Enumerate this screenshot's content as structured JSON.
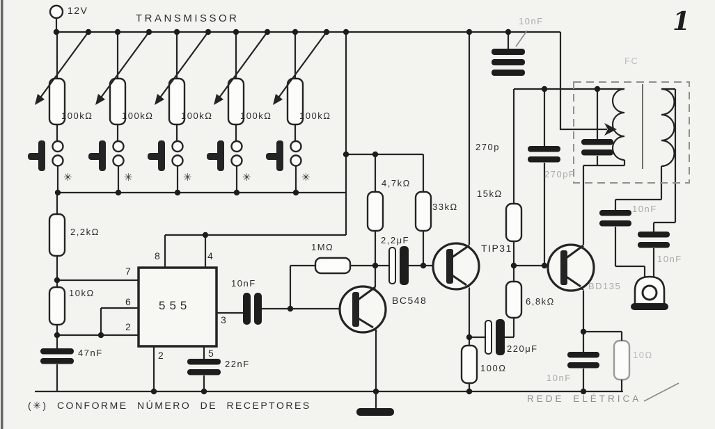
{
  "colors": {
    "ink": "#242424",
    "paper": "#f3f3f0",
    "faded": "#a9a9a9"
  },
  "header": {
    "supply_label": "12V",
    "title": "TRANSMISSOR",
    "figure_number": "1"
  },
  "channels": {
    "pot_value": "100kΩ",
    "asterisk": "✳"
  },
  "timer_section": {
    "r_series": "2,2kΩ",
    "r_timing": "10kΩ",
    "c_timing": "47nF",
    "ic_label": "555",
    "c_ctrl": "22nF",
    "pin8": "8",
    "pin4": "4",
    "pin7": "7",
    "pin6": "6",
    "pin2": "2",
    "pin3": "3",
    "pin1": "2",
    "pin5": "5"
  },
  "modulator": {
    "c_couple": "10nF",
    "r_feedback": "1MΩ",
    "transistor1": "BC548",
    "r_collector": "4,7kΩ",
    "r_base": "33kΩ",
    "c_out": "2,2μF",
    "transistor2": "TIP31"
  },
  "oscillator": {
    "c_bypass_top": "10nF",
    "r_base": "15kΩ",
    "c_fb_a": "270p",
    "c_fb_b": "270pF",
    "r_bias": "6,8kΩ",
    "c_emitter": "220μF",
    "r_emitter": "100Ω",
    "transistor3": "BD135",
    "coil_label": "FC"
  },
  "line_coupling": {
    "c_sec_a": "10nF",
    "c_sec_b": "10nF",
    "c_line": "10nF",
    "r_line": "10Ω",
    "mains_label": "REDE ELÉTRICA"
  },
  "footnote": "(✳)  CONFORME  NÚMERO  DE  RECEPTORES"
}
